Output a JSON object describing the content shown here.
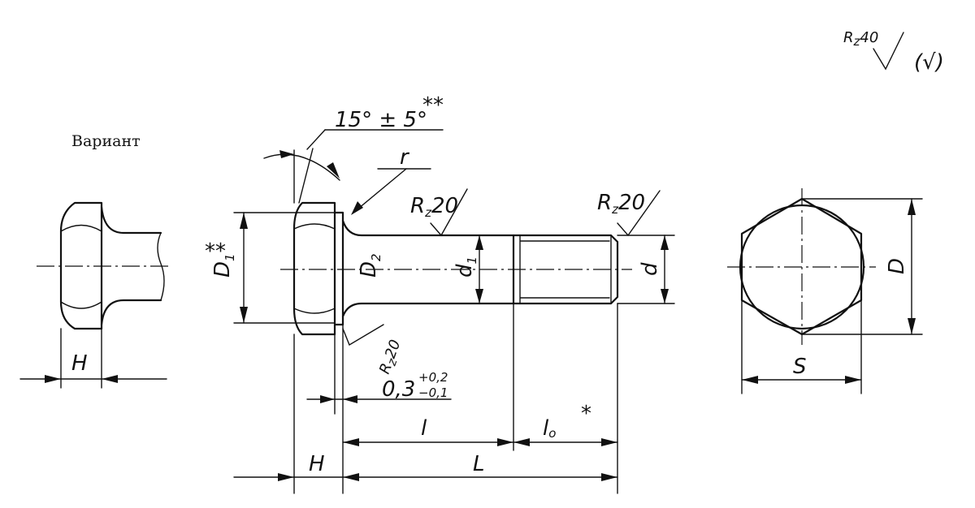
{
  "variant_label": "Вариант",
  "labels": {
    "H_variant": "H",
    "H_main": "H",
    "D1_main": "D",
    "D1_sub": "1",
    "D1_mark": "**",
    "D2_main": "D",
    "D2_sub": "2",
    "d1_main": "d",
    "d1_sub": "1",
    "d": "d",
    "D_hex": "D",
    "S": "S",
    "r": "r",
    "l": "l",
    "l0_main": "l",
    "l0_sub": "o",
    "l0_mark": "*",
    "L": "L",
    "angle": "15° ± 5°",
    "angle_mark": "**",
    "gap_base": "0,3",
    "gap_upper": "+0,2",
    "gap_lower": "−0,1"
  },
  "roughness": {
    "general": "R",
    "general_sub": "z",
    "general_value": "40",
    "general_paren": "(√)",
    "shank": "R",
    "shank_sub": "z",
    "shank_value": "20",
    "thread": "R",
    "thread_sub": "z",
    "thread_value": "20",
    "face": "R",
    "face_sub": "z",
    "face_value": "20"
  }
}
